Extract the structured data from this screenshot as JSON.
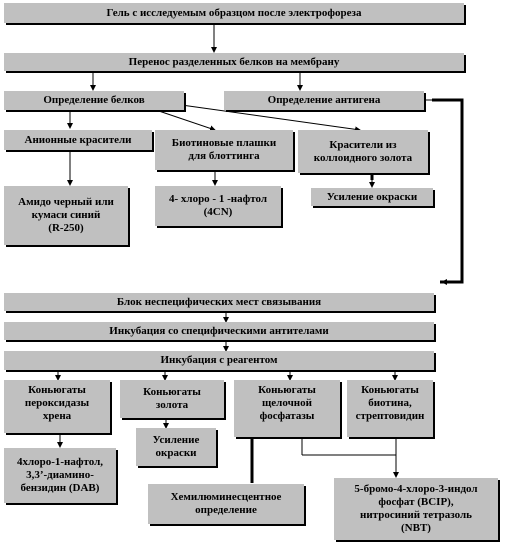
{
  "boxes": {
    "gel": "Гель с исследуемым образцом после электрофореза",
    "transfer": "Перенос разделенных белков на мембрану",
    "protein_det": "Определение белков",
    "antigen_det": "Определение антигена",
    "anionic": "Анионные красители",
    "biotin_plates": "Биотиновые плашки\nдля блоттинга",
    "colloid_gold": "Красители из\nколлоидного золота",
    "amido": "Амидо черный или\nкумаси синий\n(R-250)",
    "chloronaphthol": "4- хлоро - 1 -нафтол\n(4CN)",
    "stain_enh": "Усиление окраски",
    "block": "Блок неспецифических мест связывания",
    "incub_ab": "Инкубация со специфическими антителами",
    "incub_reag": "Инкубация с реагентом",
    "peroxidase": "Коньюгаты\nпероксидазы\nхрена",
    "gold_conj": "Коньюгаты\nзолота",
    "alk_phos": "Коньюгаты\nщелочной\nфосфатазы",
    "biotin_strep": "Коньюгаты\nбиотина,\nстрептовидин",
    "dab": "4хлоро-1-нафтол,\n3,3’-диамино-\nбензидин (DAB)",
    "gold_enh": "Усиление\nокраски",
    "chemilum": "Хемилюминесцентное\nопределение",
    "bcip": "5-бромо-4-хлоро-3-индол\nфосфат (BCIP),\nнитросиний тетразоль\n(NBT)"
  }
}
